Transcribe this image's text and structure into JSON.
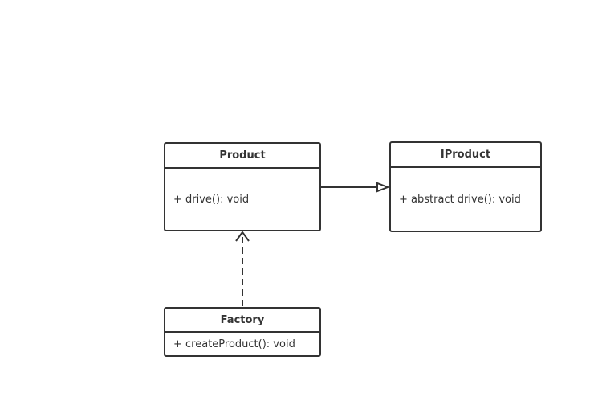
{
  "diagram": {
    "classes": {
      "product": {
        "name": "Product",
        "members": [
          "+ drive(): void"
        ]
      },
      "iproduct": {
        "name": "IProduct",
        "members": [
          "+ abstract drive(): void"
        ]
      },
      "factory": {
        "name": "Factory",
        "members": [
          "+ createProduct(): void"
        ]
      }
    },
    "relations": [
      {
        "from": "Product",
        "to": "IProduct",
        "type": "realization"
      },
      {
        "from": "Factory",
        "to": "Product",
        "type": "dependency"
      }
    ],
    "colors": {
      "stroke": "#333333",
      "text": "#333333",
      "background": "#ffffff"
    }
  }
}
